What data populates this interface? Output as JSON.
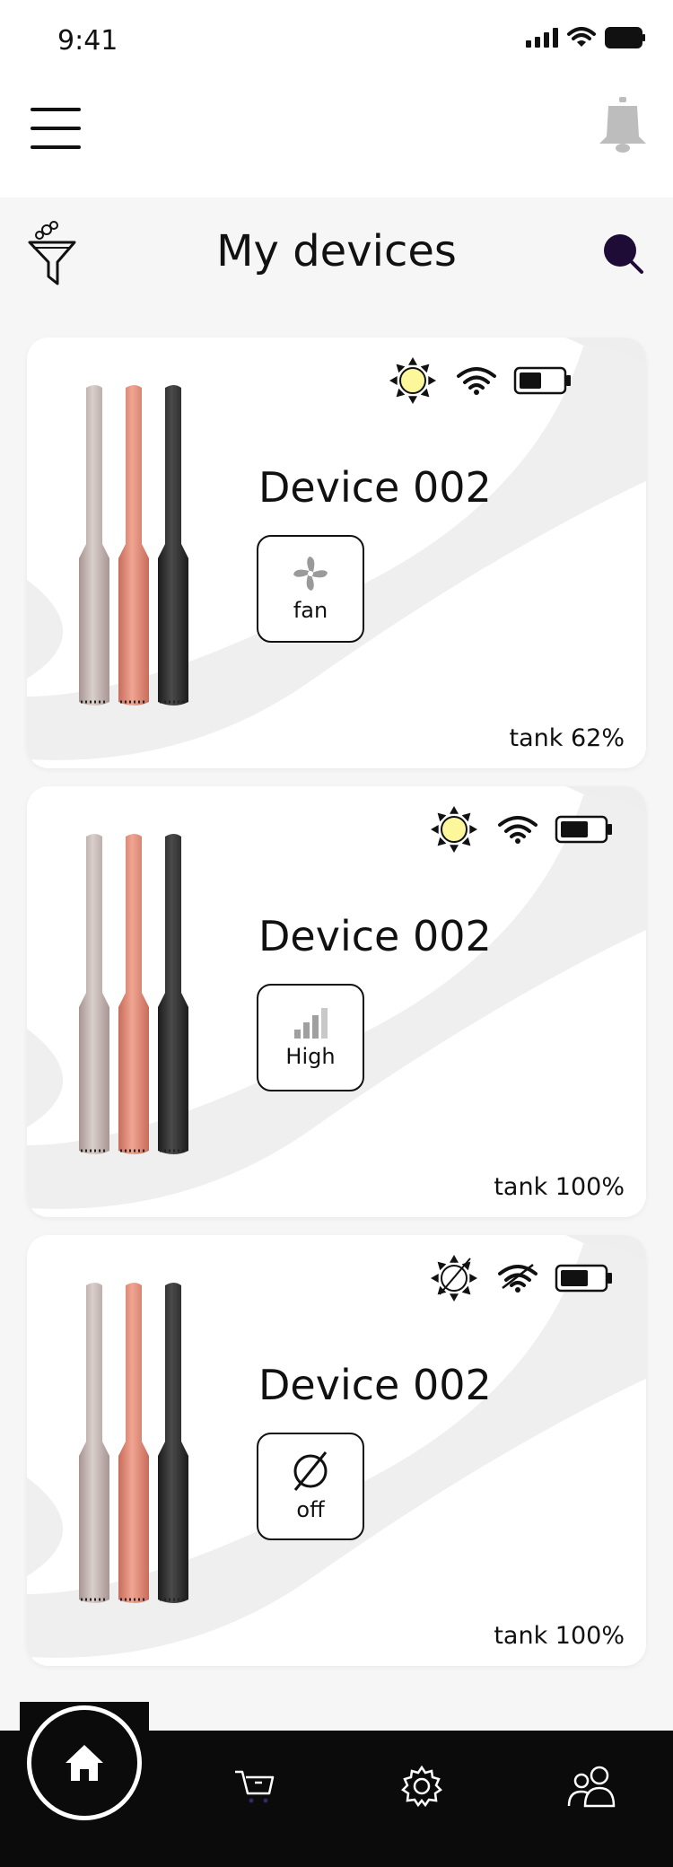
{
  "status_bar": {
    "time": "9:41"
  },
  "header": {
    "title": "My devices"
  },
  "devices": [
    {
      "name": "Device 002",
      "mode_label": "fan",
      "mode_icon": "fan-icon",
      "tank": "tank 62%",
      "sun": "on",
      "wifi": "on",
      "battery": "low"
    },
    {
      "name": "Device 002",
      "mode_label": "High",
      "mode_icon": "signal-bars-icon",
      "tank": "tank 100%",
      "sun": "on",
      "wifi": "on",
      "battery": "medium"
    },
    {
      "name": "Device 002",
      "mode_label": "off",
      "mode_icon": "off-icon",
      "tank": "tank 100%",
      "sun": "off",
      "wifi": "off",
      "battery": "medium"
    }
  ],
  "nav": {
    "items": [
      "home-icon",
      "cart-icon",
      "settings-icon",
      "users-icon"
    ],
    "active": "home-icon"
  },
  "colors": {
    "accent_sun": "#fbf79a",
    "search": "#1e0b36",
    "nav_bg": "#0b0b0b",
    "bell": "#bdbdbd"
  }
}
